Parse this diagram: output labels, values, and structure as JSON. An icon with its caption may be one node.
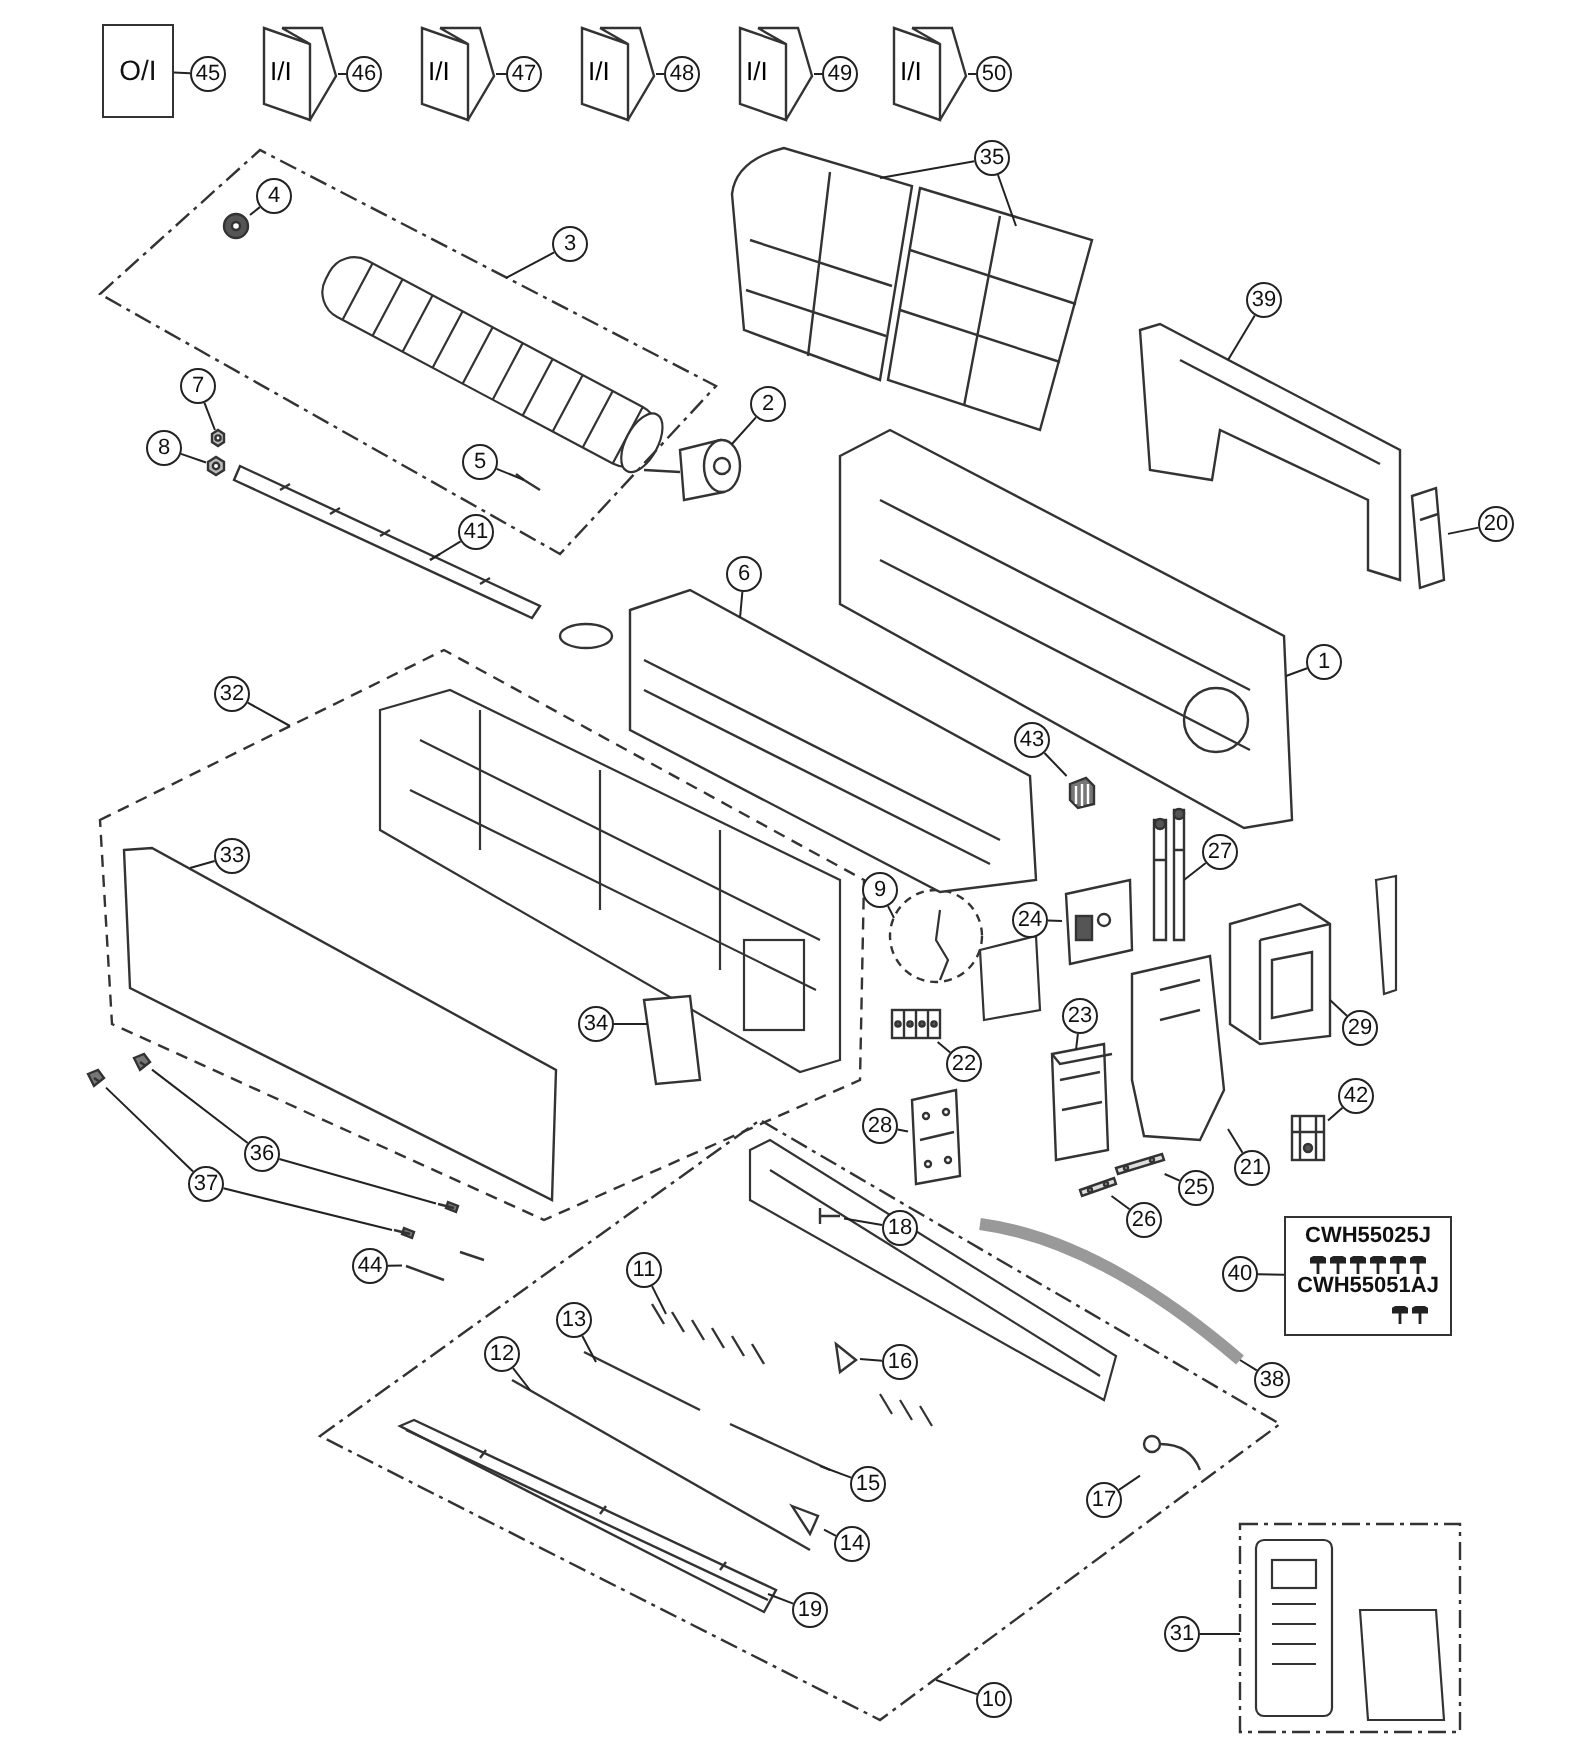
{
  "diagram": {
    "nodes": [
      {
        "text": [
          "O/I"
        ]
      },
      {
        "text": [
          "45"
        ]
      },
      {
        "text": [
          "I/I"
        ]
      },
      {
        "text": [
          "46"
        ]
      },
      {
        "text": [
          "I/I"
        ]
      },
      {
        "text": [
          "47"
        ]
      },
      {
        "text": [
          "I/I"
        ]
      },
      {
        "text": [
          "48"
        ]
      },
      {
        "text": [
          "I/I"
        ]
      },
      {
        "text": [
          "49"
        ]
      },
      {
        "text": [
          "I/I"
        ]
      },
      {
        "text": [
          "50"
        ]
      },
      {
        "text": [
          "35"
        ]
      },
      {
        "text": [],
        "shape": "box"
      },
      {
        "text": [
          "4"
        ],
        "in": 13
      },
      {
        "text": [
          "3"
        ]
      },
      {
        "text": [
          "39"
        ]
      },
      {
        "text": [
          "7"
        ]
      },
      {
        "text": [
          "8"
        ]
      },
      {
        "text": [
          "2"
        ]
      },
      {
        "text": [
          "5"
        ],
        "in": 13
      },
      {
        "text": [
          "41"
        ]
      },
      {
        "text": [
          "6"
        ]
      },
      {
        "text": [
          "20"
        ]
      },
      {
        "text": [
          "1"
        ]
      },
      {
        "text": [],
        "shape": "box"
      },
      {
        "text": [
          "32"
        ]
      },
      {
        "text": [
          "43"
        ]
      },
      {
        "text": [
          "33"
        ],
        "in": 25
      },
      {
        "text": [
          "27"
        ]
      },
      {
        "text": [],
        "shape": "circle"
      },
      {
        "text": [
          "9"
        ]
      },
      {
        "text": [
          "24"
        ]
      },
      {
        "text": [
          "29"
        ]
      },
      {
        "text": [
          "34"
        ],
        "in": 25
      },
      {
        "text": [
          "22"
        ]
      },
      {
        "text": [
          "23"
        ]
      },
      {
        "text": [
          "42"
        ]
      },
      {
        "text": [
          "28"
        ]
      },
      {
        "text": [
          "21"
        ]
      },
      {
        "text": [
          "25"
        ]
      },
      {
        "text": [
          "26"
        ]
      },
      {
        "text": [
          "36"
        ]
      },
      {
        "text": [
          "37"
        ]
      },
      {
        "text": [],
        "shape": "box"
      },
      {
        "text": [
          "18"
        ],
        "in": 44
      },
      {
        "text": [
          "38"
        ]
      },
      {
        "text": [
          "40"
        ]
      },
      {
        "text": [
          "CWH55025J",
          "CWH55051AJ"
        ]
      },
      {
        "text": [
          "44"
        ]
      },
      {
        "text": [
          "11"
        ],
        "in": 44
      },
      {
        "text": [
          "16"
        ],
        "in": 44
      },
      {
        "text": [
          "13"
        ],
        "in": 44
      },
      {
        "text": [
          "12"
        ],
        "in": 44
      },
      {
        "text": [
          "15"
        ],
        "in": 44
      },
      {
        "text": [
          "17"
        ],
        "in": 44
      },
      {
        "text": [
          "14"
        ],
        "in": 44
      },
      {
        "text": [
          "19"
        ],
        "in": 44
      },
      {
        "text": [],
        "shape": "box"
      },
      {
        "text": [
          "31"
        ]
      },
      {
        "text": [
          "10"
        ]
      },
      {
        "text": [],
        "shape": "picture"
      },
      {
        "text": [],
        "shape": "picture"
      },
      {
        "text": [],
        "shape": "picture",
        "in": 13
      },
      {
        "text": [],
        "shape": "picture"
      },
      {
        "text": [],
        "shape": "picture"
      },
      {
        "text": [],
        "shape": "picture"
      },
      {
        "text": [],
        "shape": "picture"
      },
      {
        "text": [],
        "shape": "picture",
        "in": 13
      },
      {
        "text": [],
        "shape": "picture"
      },
      {
        "text": [],
        "shape": "picture"
      },
      {
        "text": [],
        "shape": "picture"
      },
      {
        "text": [],
        "shape": "picture"
      },
      {
        "text": [],
        "shape": "picture"
      },
      {
        "text": [],
        "shape": "picture",
        "in": 25
      },
      {
        "text": [],
        "shape": "picture"
      },
      {
        "text": [],
        "shape": "picture"
      },
      {
        "text": [],
        "shape": "picture"
      },
      {
        "text": [],
        "shape": "picture",
        "in": 25
      },
      {
        "text": [],
        "shape": "picture"
      },
      {
        "text": [],
        "shape": "picture"
      },
      {
        "text": [],
        "shape": "picture"
      },
      {
        "text": [],
        "shape": "picture"
      },
      {
        "text": [],
        "shape": "picture"
      },
      {
        "text": [],
        "shape": "picture"
      },
      {
        "text": [],
        "shape": "picture"
      },
      {
        "text": [],
        "shape": "picture"
      },
      {
        "text": [],
        "shape": "picture"
      },
      {
        "text": [],
        "shape": "picture"
      },
      {
        "text": [],
        "shape": "picture"
      },
      {
        "text": [],
        "shape": "picture",
        "in": 44
      },
      {
        "text": [],
        "shape": "picture"
      },
      {
        "text": [],
        "shape": "picture"
      },
      {
        "text": [],
        "shape": "picture",
        "in": 44
      },
      {
        "text": [],
        "shape": "picture",
        "in": 44
      },
      {
        "text": [],
        "shape": "picture",
        "in": 44
      },
      {
        "text": [],
        "shape": "picture",
        "in": 44
      },
      {
        "text": [],
        "shape": "picture",
        "in": 44
      },
      {
        "text": [],
        "shape": "picture",
        "in": 44
      },
      {
        "text": [],
        "shape": "picture",
        "in": 44
      },
      {
        "text": [],
        "shape": "picture",
        "in": 44
      }
    ],
    "edges": [
      {
        "from": 0,
        "to": 1,
        "arrow": "none"
      },
      {
        "from": 2,
        "to": 3,
        "arrow": "none"
      },
      {
        "from": 4,
        "to": 5,
        "arrow": "none"
      },
      {
        "from": 6,
        "to": 7,
        "arrow": "none"
      },
      {
        "from": 8,
        "to": 9,
        "arrow": "none"
      },
      {
        "from": 10,
        "to": 11,
        "arrow": "none"
      },
      {
        "from": 12,
        "to": 61,
        "arrow": "none"
      },
      {
        "from": 12,
        "to": 62,
        "arrow": "none"
      },
      {
        "from": 14,
        "to": 63,
        "arrow": "none"
      },
      {
        "from": 15,
        "to": 13,
        "arrow": "none"
      },
      {
        "from": 16,
        "to": 64,
        "arrow": "none"
      },
      {
        "from": 17,
        "to": 65,
        "arrow": "none"
      },
      {
        "from": 18,
        "to": 66,
        "arrow": "none"
      },
      {
        "from": 19,
        "to": 67,
        "arrow": "none"
      },
      {
        "from": 20,
        "to": 68,
        "arrow": "none"
      },
      {
        "from": 21,
        "to": 69,
        "arrow": "none"
      },
      {
        "from": 22,
        "to": 70,
        "arrow": "none"
      },
      {
        "from": 23,
        "to": 71,
        "arrow": "none"
      },
      {
        "from": 24,
        "to": 72,
        "arrow": "none"
      },
      {
        "from": 26,
        "to": 25,
        "arrow": "none"
      },
      {
        "from": 27,
        "to": 73,
        "arrow": "none"
      },
      {
        "from": 28,
        "to": 74,
        "arrow": "none"
      },
      {
        "from": 29,
        "to": 75,
        "arrow": "none"
      },
      {
        "from": 31,
        "to": 30,
        "arrow": "none"
      },
      {
        "from": 32,
        "to": 76,
        "arrow": "none"
      },
      {
        "from": 33,
        "to": 77,
        "arrow": "none"
      },
      {
        "from": 34,
        "to": 78,
        "arrow": "none"
      },
      {
        "from": 35,
        "to": 79,
        "arrow": "none"
      },
      {
        "from": 36,
        "to": 80,
        "arrow": "none"
      },
      {
        "from": 37,
        "to": 81,
        "arrow": "none"
      },
      {
        "from": 38,
        "to": 82,
        "arrow": "none"
      },
      {
        "from": 39,
        "to": 83,
        "arrow": "none"
      },
      {
        "from": 40,
        "to": 84,
        "arrow": "none"
      },
      {
        "from": 41,
        "to": 85,
        "arrow": "none"
      },
      {
        "from": 42,
        "to": 86,
        "arrow": "none"
      },
      {
        "from": 42,
        "to": 87,
        "arrow": "none"
      },
      {
        "from": 43,
        "to": 88,
        "arrow": "none"
      },
      {
        "from": 43,
        "to": 89,
        "arrow": "none"
      },
      {
        "from": 45,
        "to": 90,
        "arrow": "none"
      },
      {
        "from": 46,
        "to": 91,
        "arrow": "none"
      },
      {
        "from": 47,
        "to": 48,
        "arrow": "none"
      },
      {
        "from": 49,
        "to": 92,
        "arrow": "none"
      },
      {
        "from": 50,
        "to": 93,
        "arrow": "none"
      },
      {
        "from": 51,
        "to": 94,
        "arrow": "none"
      },
      {
        "from": 52,
        "to": 95,
        "arrow": "none"
      },
      {
        "from": 53,
        "to": 96,
        "arrow": "none"
      },
      {
        "from": 54,
        "to": 97,
        "arrow": "none"
      },
      {
        "from": 55,
        "to": 98,
        "arrow": "none"
      },
      {
        "from": 56,
        "to": 99,
        "arrow": "none"
      },
      {
        "from": 57,
        "to": 100,
        "arrow": "none"
      },
      {
        "from": 59,
        "to": 58,
        "arrow": "none"
      },
      {
        "from": 60,
        "to": 44,
        "arrow": "none"
      }
    ]
  }
}
